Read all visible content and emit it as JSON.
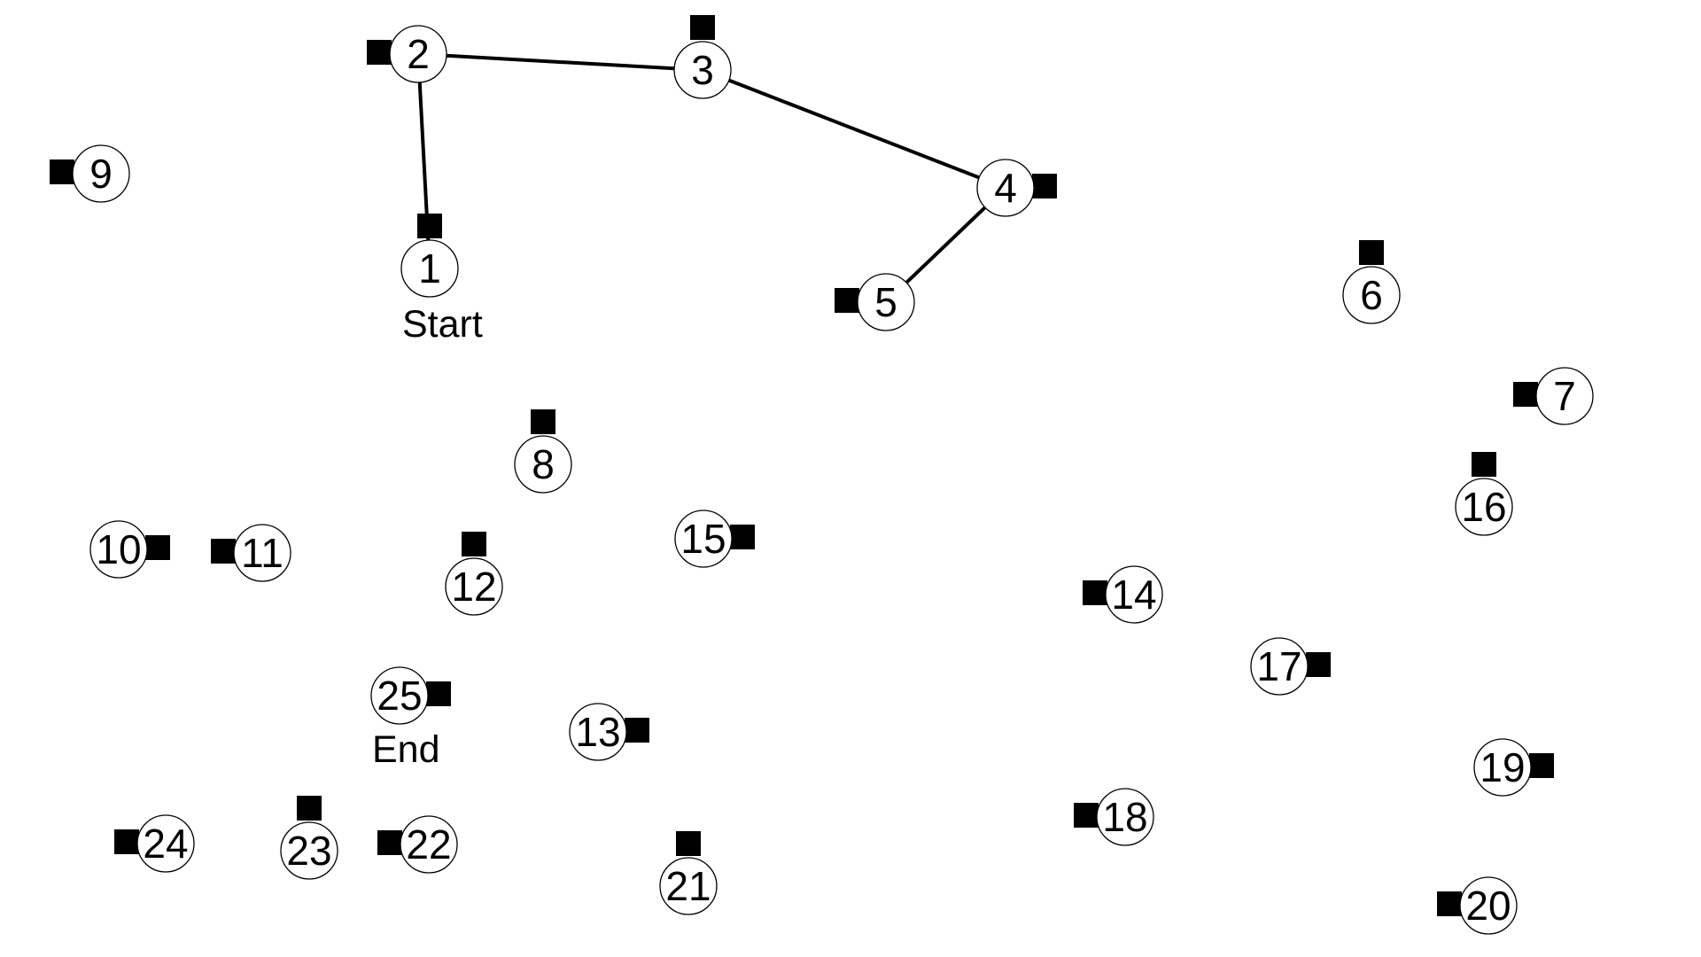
{
  "start_label": "Start",
  "end_label": "End",
  "colors": {
    "background": "#ffffff",
    "node_fill": "#ffffff",
    "node_stroke": "#000000",
    "text": "#000000",
    "start_text": "#1a2a1a",
    "path": "#000000",
    "marker": "#000000"
  },
  "nodes": [
    {
      "label": "1"
    },
    {
      "label": "2"
    },
    {
      "label": "3"
    },
    {
      "label": "4"
    },
    {
      "label": "5"
    },
    {
      "label": "6"
    },
    {
      "label": "7"
    },
    {
      "label": "8"
    },
    {
      "label": "9"
    },
    {
      "label": "10"
    },
    {
      "label": "11"
    },
    {
      "label": "12"
    },
    {
      "label": "13"
    },
    {
      "label": "14"
    },
    {
      "label": "15"
    },
    {
      "label": "16"
    },
    {
      "label": "17"
    },
    {
      "label": "18"
    },
    {
      "label": "19"
    },
    {
      "label": "20"
    },
    {
      "label": "21"
    },
    {
      "label": "22"
    },
    {
      "label": "23"
    },
    {
      "label": "24"
    },
    {
      "label": "25"
    }
  ],
  "connections": [
    [
      "1",
      "2"
    ],
    [
      "2",
      "3"
    ],
    [
      "3",
      "4"
    ],
    [
      "4",
      "5"
    ]
  ]
}
